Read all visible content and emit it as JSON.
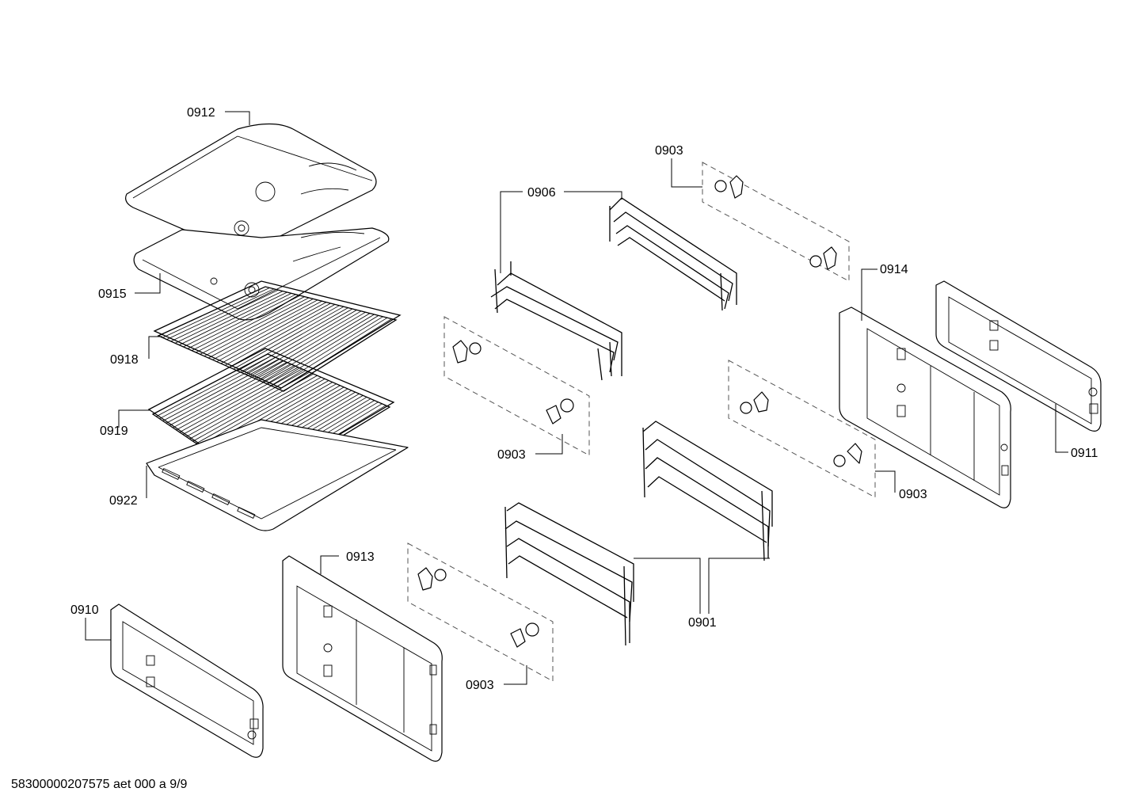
{
  "labels": {
    "p0912": "0912",
    "p0915": "0915",
    "p0918": "0918",
    "p0919": "0919",
    "p0922": "0922",
    "p0910": "0910",
    "p0913": "0913",
    "p0906": "0906",
    "p0903_top": "0903",
    "p0903_mid": "0903",
    "p0903_right": "0903",
    "p0903_bottom": "0903",
    "p0914": "0914",
    "p0911": "0911",
    "p0901": "0901"
  },
  "footer": {
    "code": "58300000207575 aet 000 a 9/9"
  }
}
